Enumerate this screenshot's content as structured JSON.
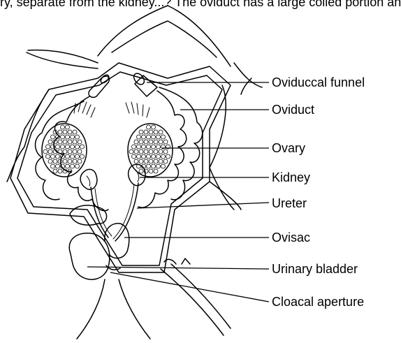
{
  "caption_fragment": "ry, separate from the kidney...? The oviduct has a large coiled portion and a sac-like structure at the end called the ovisac...ogg",
  "labels": {
    "oviduccal_funnel": "Oviduccal funnel",
    "oviduct": "Oviduct",
    "ovary": "Ovary",
    "kidney": "Kidney",
    "ureter": "Ureter",
    "ovisac": "Ovisac",
    "urinary_bladder": "Urinary bladder",
    "cloacal_aperture": "Cloacal aperture"
  }
}
